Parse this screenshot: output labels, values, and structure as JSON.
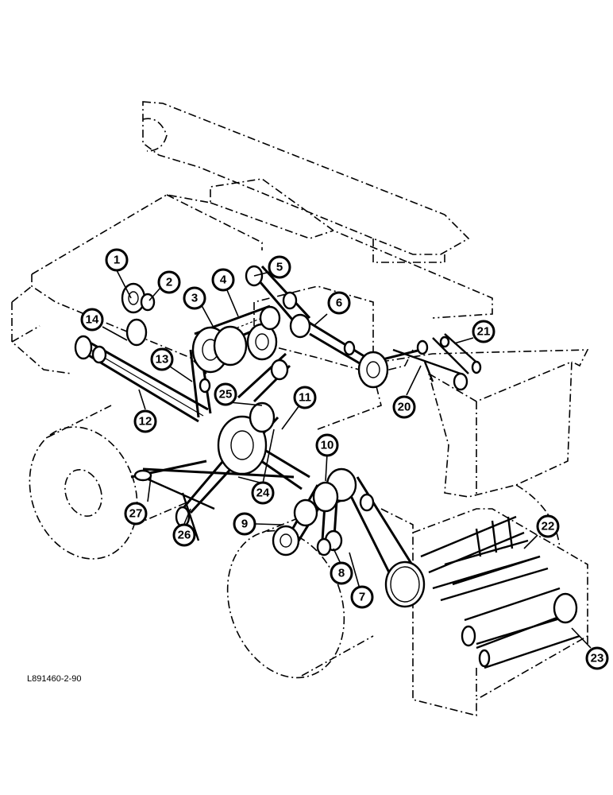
{
  "figure": {
    "reference_code": "L891460-2-90"
  },
  "callouts": [
    {
      "id": "c1",
      "label": "1"
    },
    {
      "id": "c2",
      "label": "2"
    },
    {
      "id": "c3",
      "label": "3"
    },
    {
      "id": "c4",
      "label": "4"
    },
    {
      "id": "c5",
      "label": "5"
    },
    {
      "id": "c6",
      "label": "6"
    },
    {
      "id": "c7",
      "label": "7"
    },
    {
      "id": "c8",
      "label": "8"
    },
    {
      "id": "c9",
      "label": "9"
    },
    {
      "id": "c10",
      "label": "10"
    },
    {
      "id": "c11",
      "label": "11"
    },
    {
      "id": "c12",
      "label": "12"
    },
    {
      "id": "c13",
      "label": "13"
    },
    {
      "id": "c14",
      "label": "14"
    },
    {
      "id": "c20",
      "label": "20"
    },
    {
      "id": "c21",
      "label": "21"
    },
    {
      "id": "c22",
      "label": "22"
    },
    {
      "id": "c23",
      "label": "23"
    },
    {
      "id": "c24",
      "label": "24"
    },
    {
      "id": "c25",
      "label": "25"
    },
    {
      "id": "c26",
      "label": "26"
    },
    {
      "id": "c27",
      "label": "27"
    }
  ]
}
